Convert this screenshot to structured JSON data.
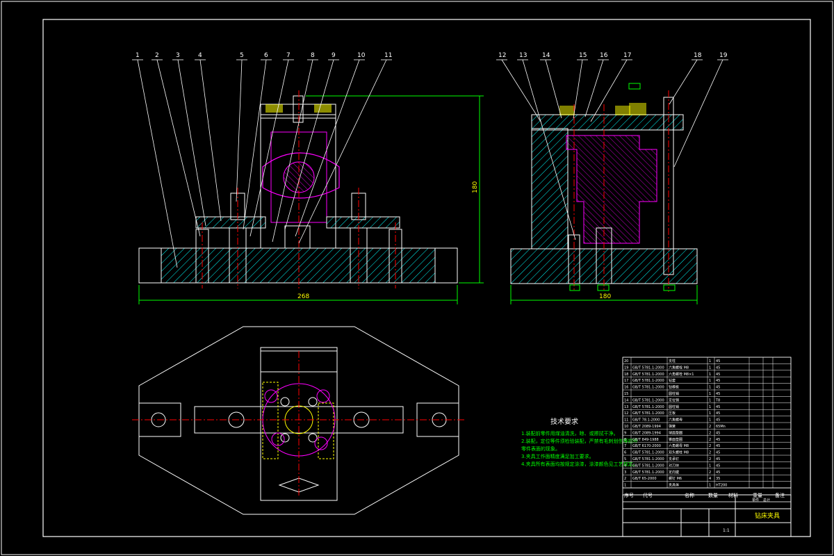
{
  "drawing": {
    "front_view_callouts": [
      "1",
      "2",
      "3",
      "4",
      "5",
      "6",
      "7",
      "8",
      "9",
      "10",
      "11"
    ],
    "side_view_callouts": [
      "12",
      "13",
      "14",
      "15",
      "16",
      "17",
      "18",
      "19"
    ],
    "dim_overall_width": "268",
    "dim_height": "180",
    "dim_side_width": "180",
    "colors": {
      "background": "#000000",
      "outline": "#ffffff",
      "hatch": "#00ffff",
      "part": "#ff00ff",
      "centerline": "#ff0000",
      "dimension": "#00ff00",
      "highlight": "#ffff00"
    }
  },
  "tech_requirements": {
    "title": "技术要求",
    "lines": [
      "1.装配前零件用煤油清洗，晾、或擦拭干净。",
      "2.装配，定位等件须检验装配，严禁有毛刺划伤等损坏",
      "  零件表面的现象。",
      "3.夹具工作面精度满足加工要求。",
      "4.夹具所有表面均按规定涂漆，涂漆颜色见工艺规定。"
    ]
  },
  "bom": {
    "rows": [
      {
        "no": "20",
        "code": "",
        "name": "支柱",
        "qty": "1",
        "mat": "45",
        "note": ""
      },
      {
        "no": "19",
        "code": "GB/T 5781.1-2000",
        "name": "六角螺栓 M8",
        "qty": "1",
        "mat": "45",
        "note": ""
      },
      {
        "no": "18",
        "code": "GB/T 5781.1-2000",
        "name": "六角螺栓 M8×1",
        "qty": "1",
        "mat": "45",
        "note": ""
      },
      {
        "no": "17",
        "code": "GB/T 5781.1-2000",
        "name": "钻套",
        "qty": "1",
        "mat": "45",
        "note": ""
      },
      {
        "no": "16",
        "code": "GB/T 5781.1-2000",
        "name": "钻模板",
        "qty": "1",
        "mat": "45",
        "note": ""
      },
      {
        "no": "15",
        "code": "",
        "name": "圆柱销",
        "qty": "1",
        "mat": "45",
        "note": ""
      },
      {
        "no": "14",
        "code": "GB/T 5781.1-2000",
        "name": "定位销",
        "qty": "1",
        "mat": "T8",
        "note": ""
      },
      {
        "no": "13",
        "code": "GB/T 5781.1-2000",
        "name": "圆柱销",
        "qty": "1",
        "mat": "45",
        "note": ""
      },
      {
        "no": "12",
        "code": "GB/T 5781.1-2000",
        "name": "压板",
        "qty": "1",
        "mat": "45",
        "note": ""
      },
      {
        "no": "11",
        "code": "GB/T 78.1-2000",
        "name": "六角螺母",
        "qty": "1",
        "mat": "45",
        "note": ""
      },
      {
        "no": "10",
        "code": "GB/T 2089-1994",
        "name": "弹簧",
        "qty": "2",
        "mat": "65Mn",
        "note": ""
      },
      {
        "no": "9",
        "code": "GB/T 2089-1994",
        "name": "球面垫圈",
        "qty": "2",
        "mat": "45",
        "note": ""
      },
      {
        "no": "8",
        "code": "GB/T 849-1988",
        "name": "锥面垫圈",
        "qty": "2",
        "mat": "45",
        "note": ""
      },
      {
        "no": "7",
        "code": "GB/T 6170-2000",
        "name": "六角螺母 M8",
        "qty": "2",
        "mat": "45",
        "note": ""
      },
      {
        "no": "6",
        "code": "GB/T 5781.1-2000",
        "name": "双头螺柱 M8",
        "qty": "2",
        "mat": "45",
        "note": ""
      },
      {
        "no": "5",
        "code": "GB/T 5781.1-2000",
        "name": "支承钉",
        "qty": "2",
        "mat": "45",
        "note": ""
      },
      {
        "no": "4",
        "code": "GB/T 5781.1-2000",
        "name": "对刀块",
        "qty": "1",
        "mat": "45",
        "note": ""
      },
      {
        "no": "3",
        "code": "GB/T 5781.1-2000",
        "name": "定向键",
        "qty": "2",
        "mat": "45",
        "note": ""
      },
      {
        "no": "2",
        "code": "GB/T 65-2000",
        "name": "螺钉 M6",
        "qty": "4",
        "mat": "35",
        "note": ""
      },
      {
        "no": "1",
        "code": "",
        "name": "夹具体",
        "qty": "1",
        "mat": "HT200",
        "note": ""
      }
    ],
    "header": {
      "no": "序号",
      "code": "代号",
      "name": "名称",
      "qty": "数量",
      "mat": "材料",
      "single": "单件",
      "total": "总计",
      "weight": "重量",
      "note": "备注"
    }
  },
  "title_block": {
    "drawing_name": "钻床夹具",
    "scale": "1:1"
  }
}
